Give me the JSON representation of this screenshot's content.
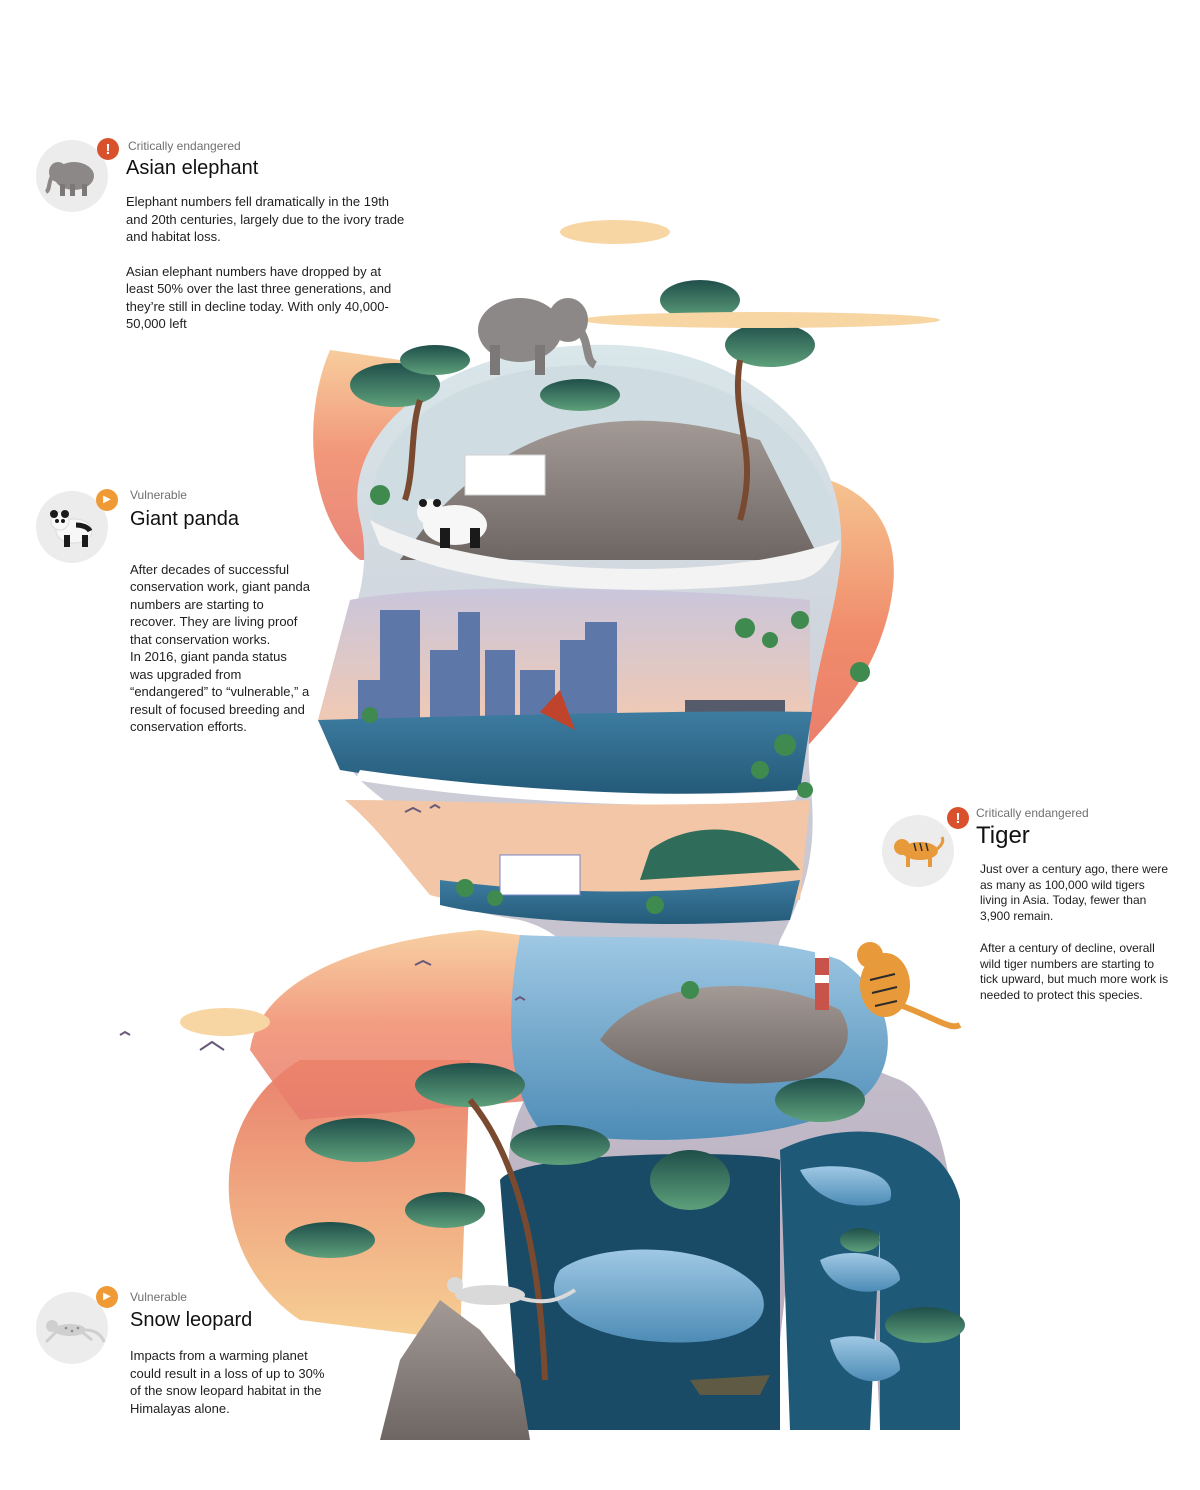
{
  "species": [
    {
      "key": "elephant",
      "status": "Critically endangered",
      "badge": "!",
      "name": "Asian elephant",
      "paragraphs": [
        "Elephant numbers fell dramatically in the 19th and 20th centuries, largely due to the ivory trade and habitat loss.",
        "Asian elephant numbers have dropped by at least 50% over the last three generations, and they’re still in decline today. With only 40,000-50,000 left"
      ],
      "icon": "elephant-icon"
    },
    {
      "key": "panda",
      "status": "Vulnerable",
      "badge": "▶",
      "name": "Giant panda",
      "paragraphs": [
        "After decades of successful conservation work, giant panda numbers are starting to recover. They are living proof that conservation works.\nIn 2016, giant panda status was upgraded from “endangered” to “vulnerable,” a result of focused breeding and conservation efforts."
      ],
      "icon": "panda-icon"
    },
    {
      "key": "tiger",
      "status": "Critically endangered",
      "badge": "!",
      "name": "Tiger",
      "paragraphs": [
        "Just over a century ago, there were as many as 100,000 wild tigers living in Asia. Today, fewer than 3,900 remain.",
        "After a century of decline, overall wild tiger numbers are starting to tick upward, but much more work is needed to protect this species."
      ],
      "icon": "tiger-icon"
    },
    {
      "key": "leopard",
      "status": "Vulnerable",
      "badge": "▶",
      "name": "Snow leopard",
      "paragraphs": [
        "Impacts from a warming planet could result in a loss of up to 30% of the snow leopard habitat in the Himalayas alone."
      ],
      "icon": "snow-leopard-icon"
    }
  ],
  "colors": {
    "critical": "#d9512c",
    "vulnerable": "#f09a36",
    "water": "#2f6a8c",
    "forest": "#2f6d5a",
    "sunset": "#ef8a6a"
  }
}
